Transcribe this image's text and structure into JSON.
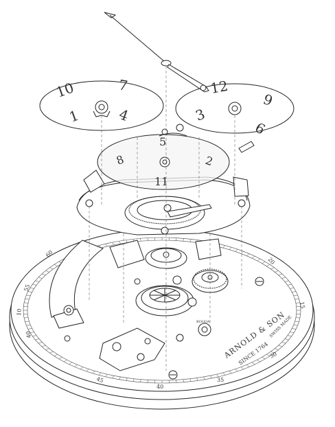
{
  "diagram": {
    "stroke_color": "#222222",
    "fill_color": "#ffffff",
    "dial_fill": "#f4f4f4",
    "brand": "ARNOLD & SON",
    "since": "SINCE 1764",
    "swiss": "SWISS MADE",
    "engraving_small": "BOGOA",
    "hours_disc_left": [
      "10",
      "7",
      "4",
      "1"
    ],
    "hours_disc_right": [
      "12",
      "9",
      "6",
      "3"
    ],
    "center_disc_numerals": [
      "5",
      "8",
      "2",
      "11"
    ],
    "minute_scale": [
      "60",
      "55",
      "10",
      "40",
      "45",
      "40",
      "35",
      "30",
      "15",
      "20"
    ]
  }
}
